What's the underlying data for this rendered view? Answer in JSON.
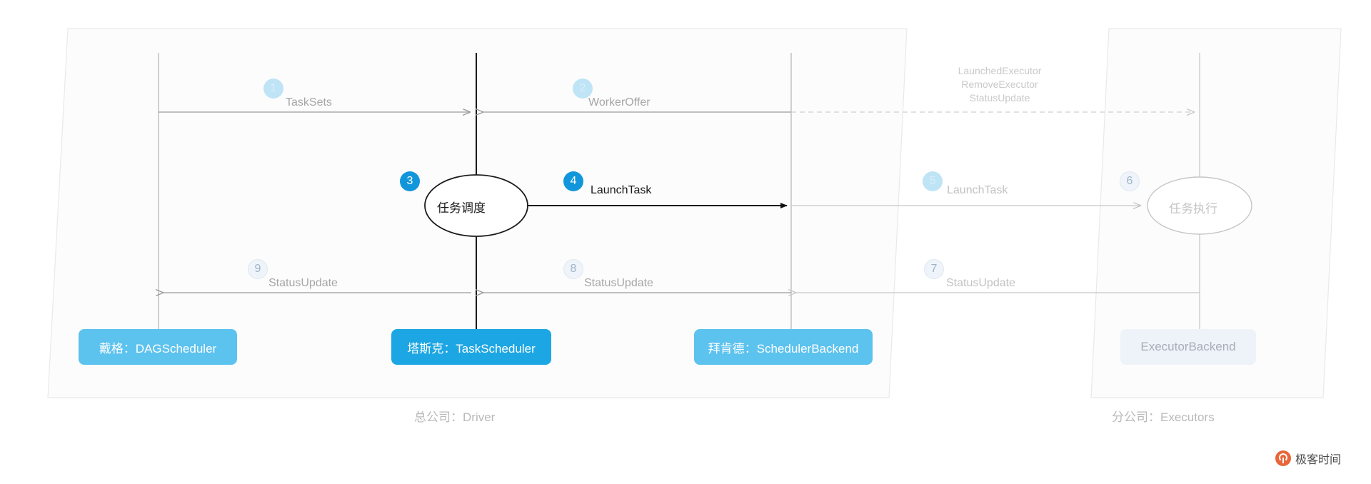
{
  "diagram": {
    "title_left": "总公司：Driver",
    "title_right": "分公司：Executors"
  },
  "messages": [
    {
      "num": "1",
      "label": "TaskSets"
    },
    {
      "num": "2",
      "label": "WorkerOffer"
    },
    {
      "num": "3",
      "label": ""
    },
    {
      "num": "4",
      "label": "LaunchTask"
    },
    {
      "num": "5",
      "label": "LaunchTask"
    },
    {
      "num": "6",
      "label": ""
    },
    {
      "num": "7",
      "label": "StatusUpdate"
    },
    {
      "num": "8",
      "label": "StatusUpdate"
    },
    {
      "num": "9",
      "label": "StatusUpdate"
    }
  ],
  "rpc_stack": {
    "line1": "LaunchedExecutor",
    "line2": "RemoveExecutor",
    "line3": "StatusUpdate"
  },
  "processes": {
    "driver_task": "任务调度",
    "executor_task": "任务执行"
  },
  "actors": [
    {
      "key": "dag",
      "label": "戴格：DAGScheduler"
    },
    {
      "key": "task",
      "label": "塔斯克：TaskScheduler"
    },
    {
      "key": "backend",
      "label": "拜肯德：SchedulerBackend"
    },
    {
      "key": "executor",
      "label": "ExecutorBackend"
    }
  ],
  "watermark": {
    "text": "极客时间"
  },
  "colors": {
    "badge_active": "#1296db",
    "badge_pale": "#bfe4f6",
    "actor_lite": "#5cc2ee",
    "actor_bold": "#1ca6e3",
    "actor_ghost": "#eef2f9",
    "line_active": "#1a1a1a",
    "line_dim": "#aaaaaa",
    "panel_border": "#e8e8e8",
    "watermark": "#e8663a"
  }
}
